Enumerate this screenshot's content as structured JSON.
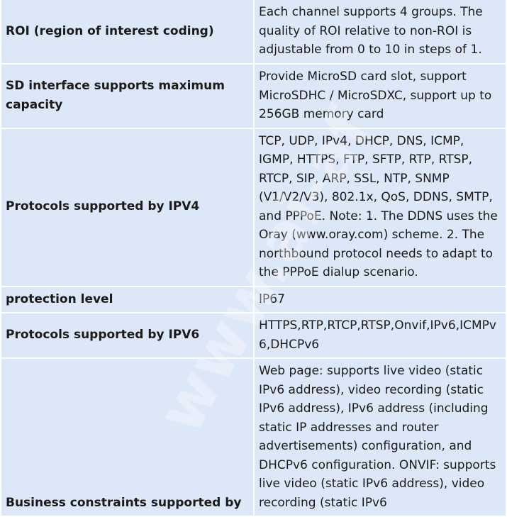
{
  "rows": [
    {
      "label": "ROI (region of interest coding)",
      "value": "Each channel supports 4 groups. The quality of ROI relative to non-ROI is adjustable from 0 to 10 in steps of 1."
    },
    {
      "label": "SD interface supports maximum capacity",
      "value": "Provide MicroSD card slot, support MicroSDHC / MicroSDXC, support up to 256GB memory card"
    },
    {
      "label": "Protocols supported by IPV4",
      "value": "TCP, UDP, IPv4, DHCP, DNS, ICMP, IGMP, HTTPS, FTP, SFTP, RTP, RTSP, RTCP, SIP, ARP, SSL, NTP, SNMP (V1/V2/V3), 802.1x, QoS, DDNS, SMTP, and PPPoE. Note: 1. The DDNS uses the Oray (www.oray.com) scheme. 2. The northbound protocol needs to adapt to the PPPoE dialup scenario."
    },
    {
      "label": "protection level",
      "value": "IP67"
    },
    {
      "label": "Protocols supported by IPV6",
      "value": "HTTPS,RTP,RTCP,RTSP,Onvif,IPv6,ICMPv6,DHCPv6"
    },
    {
      "label": "Business constraints supported by",
      "value": "Web page: supports live video (static IPv6 address), video recording (static IPv6 address), IPv6 address (including static IP addresses and router advertisements) configuration, and DHCPv6 configuration. ONVIF: supports live video (static IPv6 address), video recording (static IPv6"
    }
  ],
  "watermark": "www.ai-af"
}
